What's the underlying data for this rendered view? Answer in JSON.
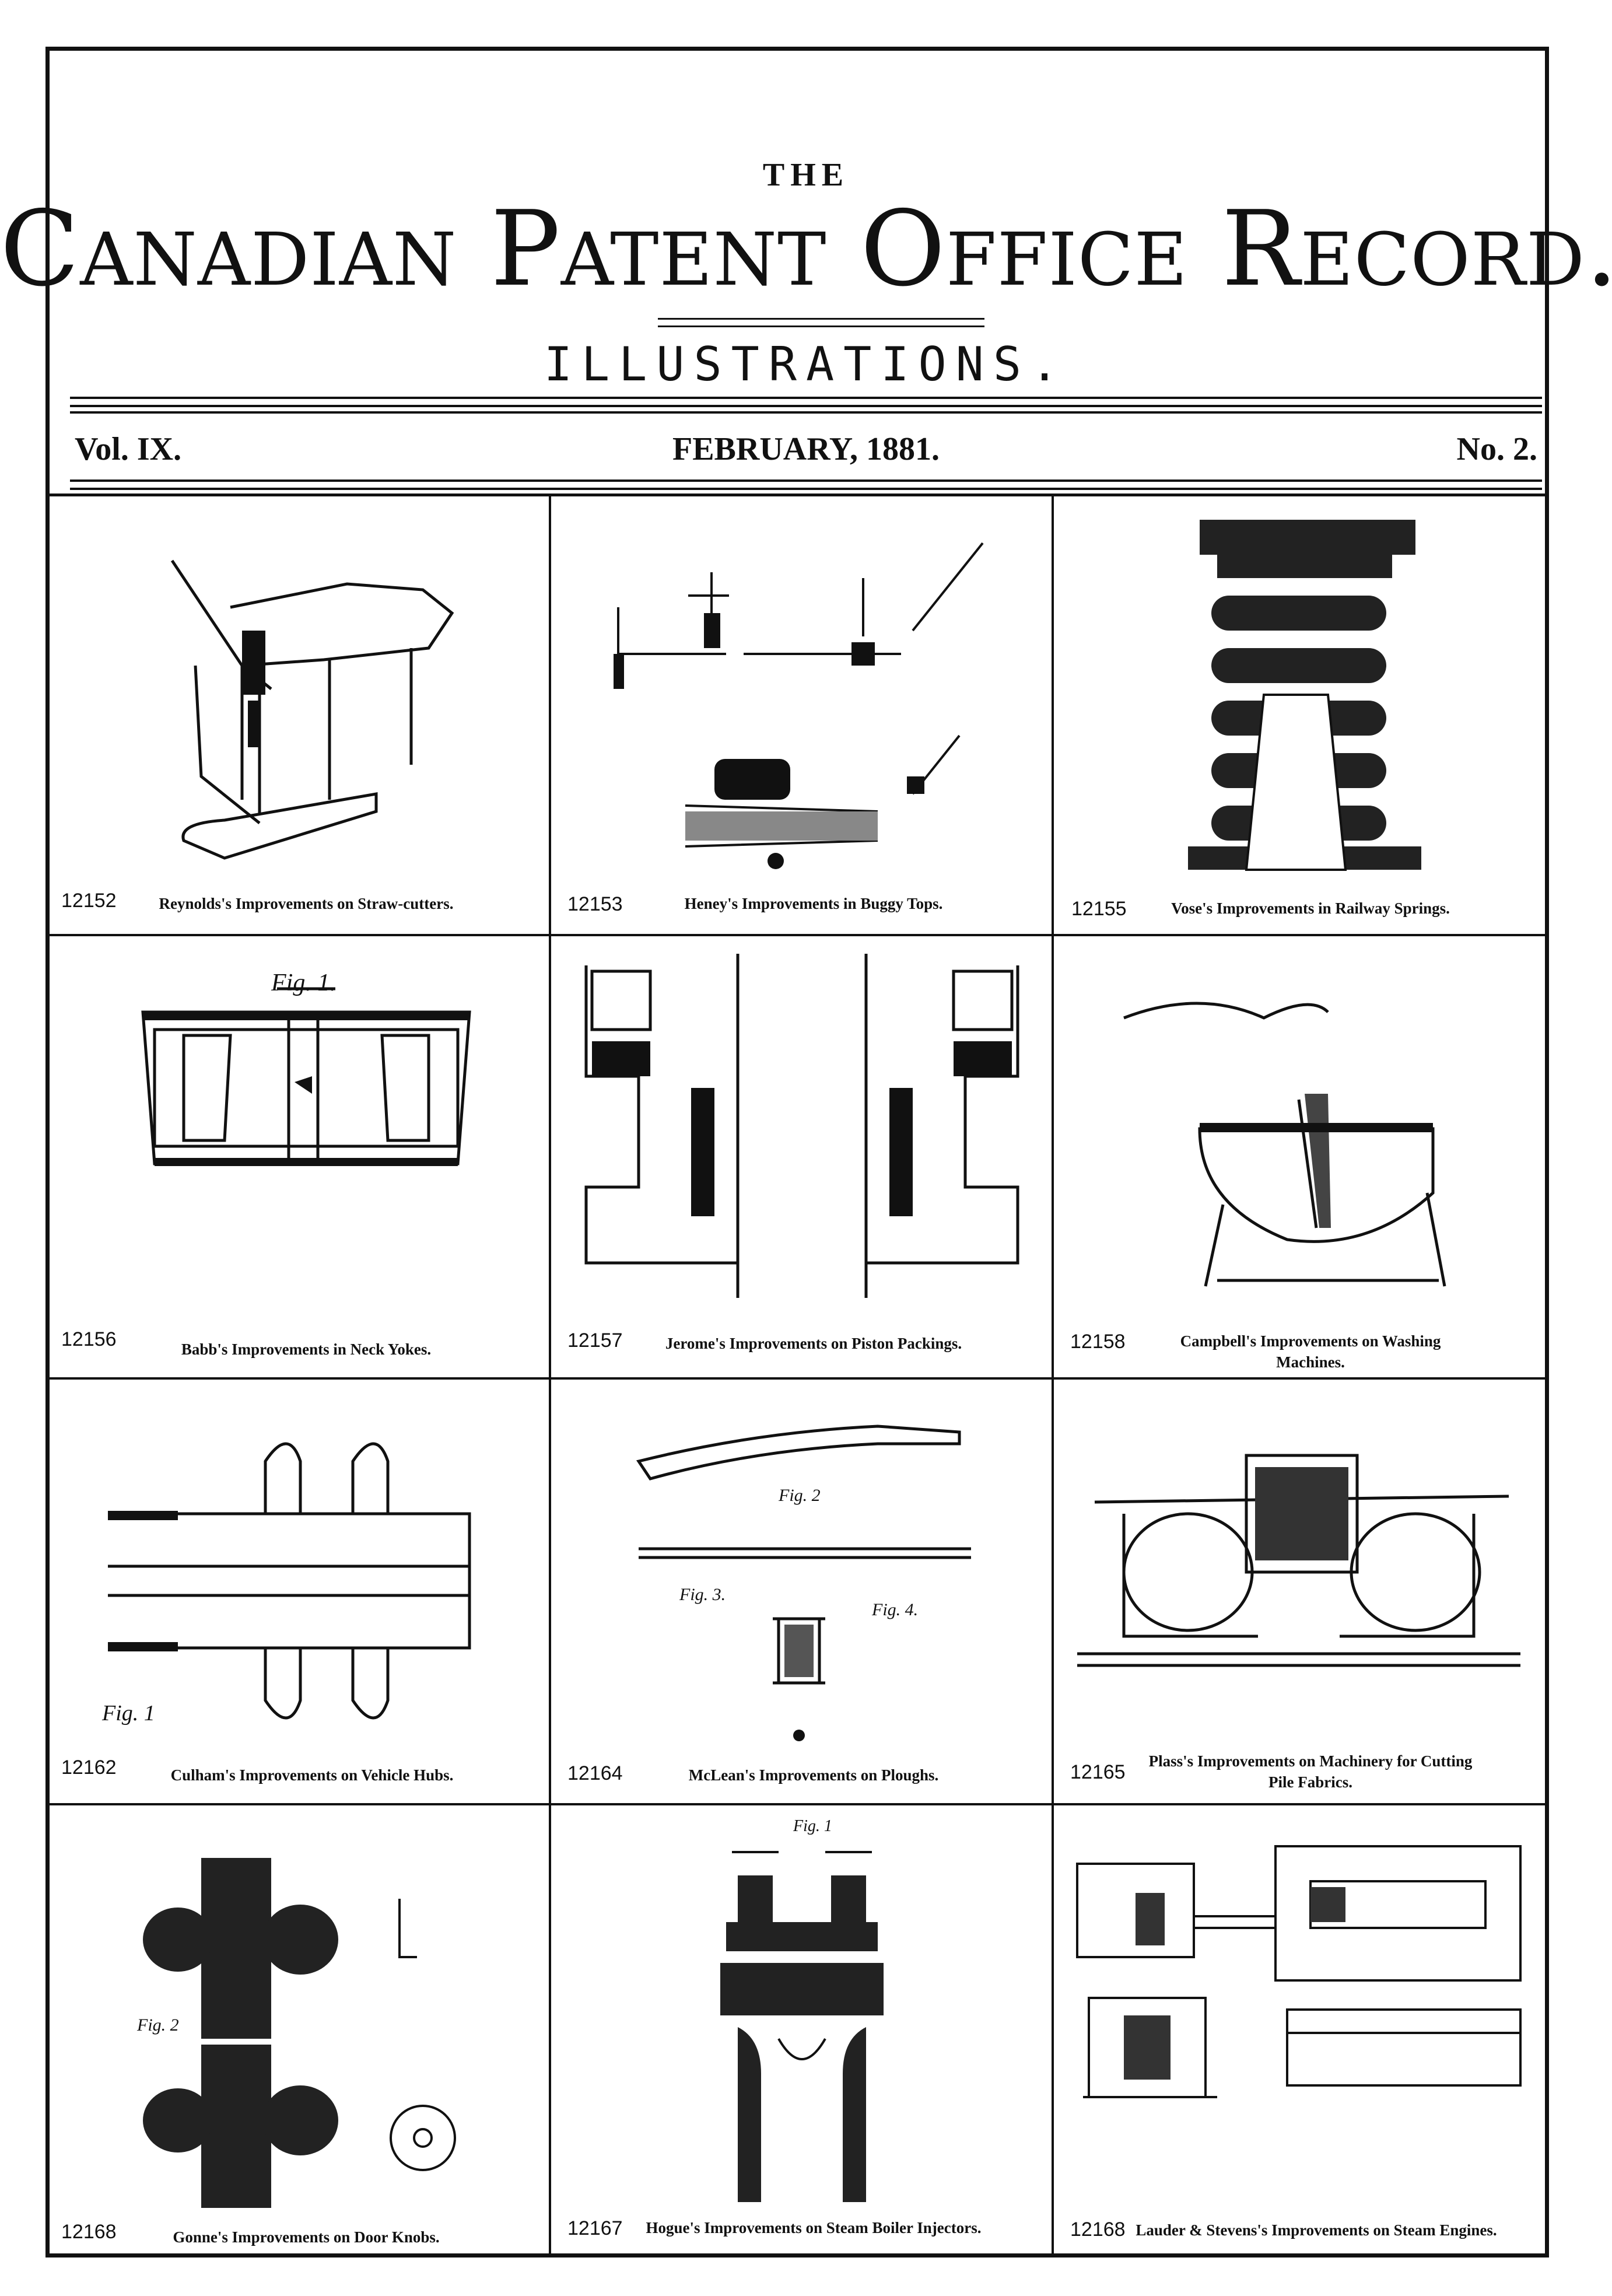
{
  "header": {
    "the": "THE",
    "title": "Canadian Patent Office Record.",
    "subtitle": "ILLUSTRATIONS.",
    "volume": "Vol. IX.",
    "date": "FEBRUARY, 1881.",
    "number": "No. 2."
  },
  "patents": [
    {
      "number": "12152",
      "caption": "Reynolds's Improvements on Straw-cutters."
    },
    {
      "number": "12153",
      "caption": "Heney's Improvements in Buggy Tops."
    },
    {
      "number": "12155",
      "caption": "Vose's Improvements in Railway Springs."
    },
    {
      "number": "12156",
      "caption": "Babb's Improvements in Neck Yokes."
    },
    {
      "number": "12157",
      "caption": "Jerome's Improvements on Piston Packings."
    },
    {
      "number": "12158",
      "caption": "Campbell's Improvements on Washing Machines."
    },
    {
      "number": "12162",
      "caption": "Culham's Improvements on Vehicle Hubs."
    },
    {
      "number": "12164",
      "caption": "McLean's Improvements on Ploughs."
    },
    {
      "number": "12165",
      "caption": "Plass's Improvements on Machinery for Cutting Pile Fabrics."
    },
    {
      "number": "12168",
      "caption": "Gonne's Improvements on Door Knobs."
    },
    {
      "number": "12167",
      "caption": "Hogue's Improvements on Steam Boiler Injectors."
    },
    {
      "number": "12168",
      "caption": "Lauder & Stevens's Improvements on Steam Engines."
    }
  ],
  "figure_labels": {
    "babb_fig": "Fig. 1.",
    "culham_fig": "Fig. 1",
    "mclean_fig2": "Fig. 2",
    "mclean_fig3": "Fig. 3.",
    "mclean_fig4": "Fig. 4.",
    "gonne_fig2": "Fig. 2",
    "hogue_fig": "Fig. 1"
  }
}
